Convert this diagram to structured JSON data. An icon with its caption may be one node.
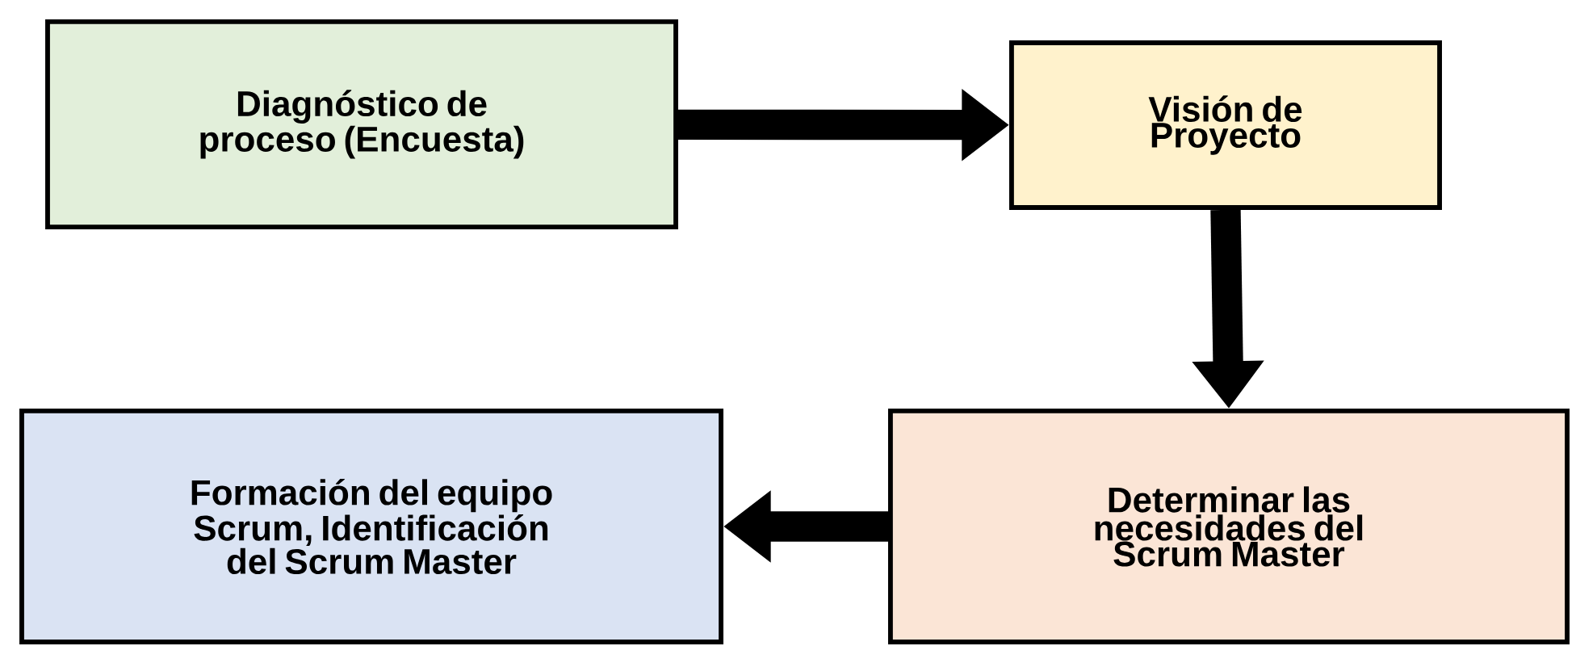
{
  "diagram": {
    "nodes": [
      {
        "text": [
          "Diagnóstico de proceso (Encuesta)"
        ]
      },
      {
        "text": [
          "Visión de Proyecto"
        ]
      },
      {
        "text": [
          "Determinar las necesidades del Scrum Master"
        ]
      },
      {
        "text": [
          "Formación del equipo Scrum, Identificación del Scrum Master"
        ]
      }
    ],
    "edges": [
      {
        "from": 0,
        "to": 1,
        "arrow": "to"
      },
      {
        "from": 1,
        "to": 2,
        "arrow": "to"
      },
      {
        "from": 2,
        "to": 3,
        "arrow": "to"
      }
    ]
  }
}
